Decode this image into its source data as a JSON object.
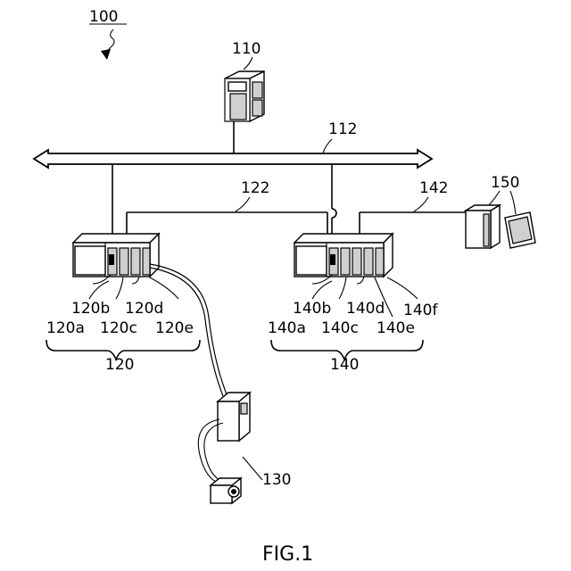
{
  "figure": {
    "system_ref": "100",
    "caption": "FIG.1"
  },
  "nodes": {
    "server": {
      "ref": "110"
    },
    "network_bus": {
      "ref": "112"
    },
    "plc_left": {
      "ref": "120",
      "unit_refs": [
        "120a",
        "120b",
        "120c",
        "120d",
        "120e"
      ]
    },
    "field_network_left": {
      "ref": "122"
    },
    "device": {
      "ref": "130"
    },
    "plc_right": {
      "ref": "140",
      "unit_refs": [
        "140a",
        "140b",
        "140c",
        "140d",
        "140e",
        "140f"
      ]
    },
    "field_network_right": {
      "ref": "142"
    },
    "terminals": {
      "ref": "150"
    }
  }
}
